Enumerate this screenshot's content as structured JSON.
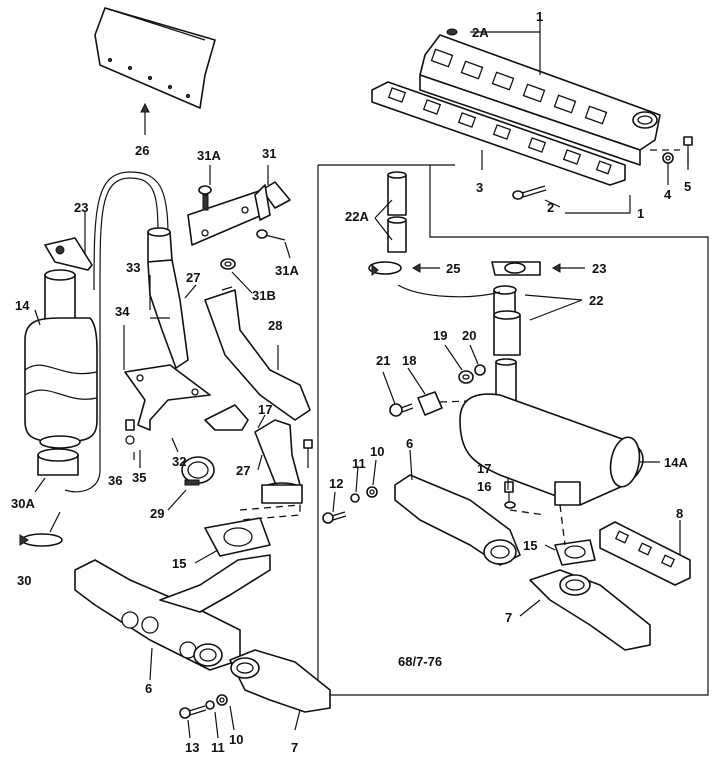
{
  "diagram": {
    "labels": {
      "l1_top": "1",
      "l2a_top": "2A",
      "l3": "3",
      "l4": "4",
      "l5": "5",
      "l2_mid": "2",
      "l1_mid": "1",
      "l26": "26",
      "l31a_top": "31A",
      "l31": "31",
      "l31a_bot": "31A",
      "l31b": "31B",
      "l23_left": "23",
      "l14_left": "14",
      "l33": "33",
      "l27_upper": "27",
      "l28": "28",
      "l34": "34",
      "l22a": "22A",
      "l25": "25",
      "l23_right": "23",
      "l22": "22",
      "l19": "19",
      "l20": "20",
      "l21": "21",
      "l18": "18",
      "l14a": "14A",
      "l17_left": "17",
      "l27_lower": "27",
      "l36": "36",
      "l35": "35",
      "l32": "32",
      "l29": "29",
      "l30a": "30A",
      "l30": "30",
      "l15_left": "15",
      "l6_left": "6",
      "l13": "13",
      "l11_bot": "11",
      "l10_bot": "10",
      "l7_bot": "7",
      "l6_right": "6",
      "l10_right": "10",
      "l11_right": "11",
      "l12": "12",
      "l17_right": "17",
      "l16": "16",
      "l15_right": "15",
      "l8": "8",
      "l7_right": "7"
    },
    "code": "68/7-76"
  }
}
